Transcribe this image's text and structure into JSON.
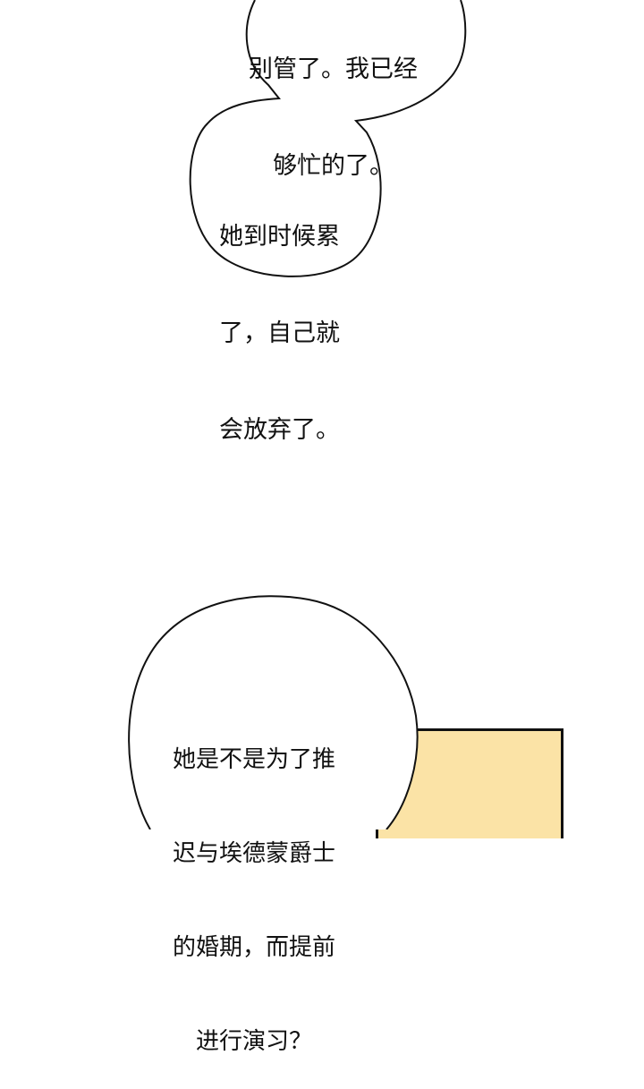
{
  "page": {
    "background": "#ffffff",
    "panel_color": "#fbe3a6"
  },
  "bubbles": [
    {
      "id": "bubble-1",
      "lines": [
        "别管了。我已经",
        "够忙的了。"
      ]
    },
    {
      "id": "bubble-2",
      "lines": [
        "她到时候累",
        "了，自己就",
        "会放弃了。"
      ]
    },
    {
      "id": "bubble-3",
      "lines": [
        "她是不是为了推",
        "迟与埃德蒙爵士",
        "的婚期，而提前",
        "进行演习？"
      ]
    }
  ]
}
